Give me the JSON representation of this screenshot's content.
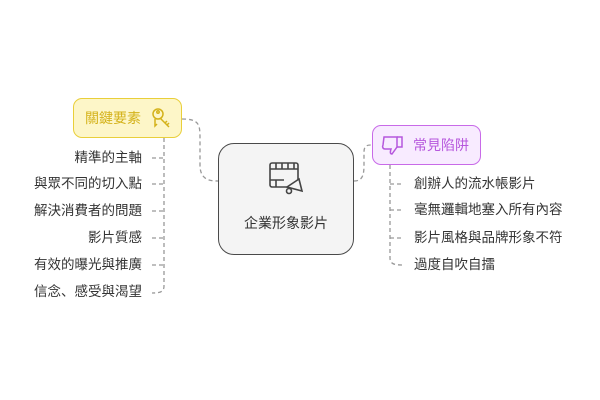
{
  "center": {
    "title": "企業形象影片",
    "icon": "film-megaphone-icon"
  },
  "left_branch": {
    "label": "關鍵要素",
    "icon": "keys-icon",
    "color": "#d4b21a",
    "items": [
      "精準的主軸",
      "與眾不同的切入點",
      "解決消費者的問題",
      "影片質感",
      "有效的曝光與推廣",
      "信念、感受與渴望"
    ]
  },
  "right_branch": {
    "label": "常見陷阱",
    "icon": "thumbs-down-icon",
    "color": "#b657dd",
    "items": [
      "創辦人的流水帳影片",
      "毫無邏輯地塞入所有內容",
      "影片風格與品牌形象不符",
      "過度自吹自擂"
    ]
  }
}
